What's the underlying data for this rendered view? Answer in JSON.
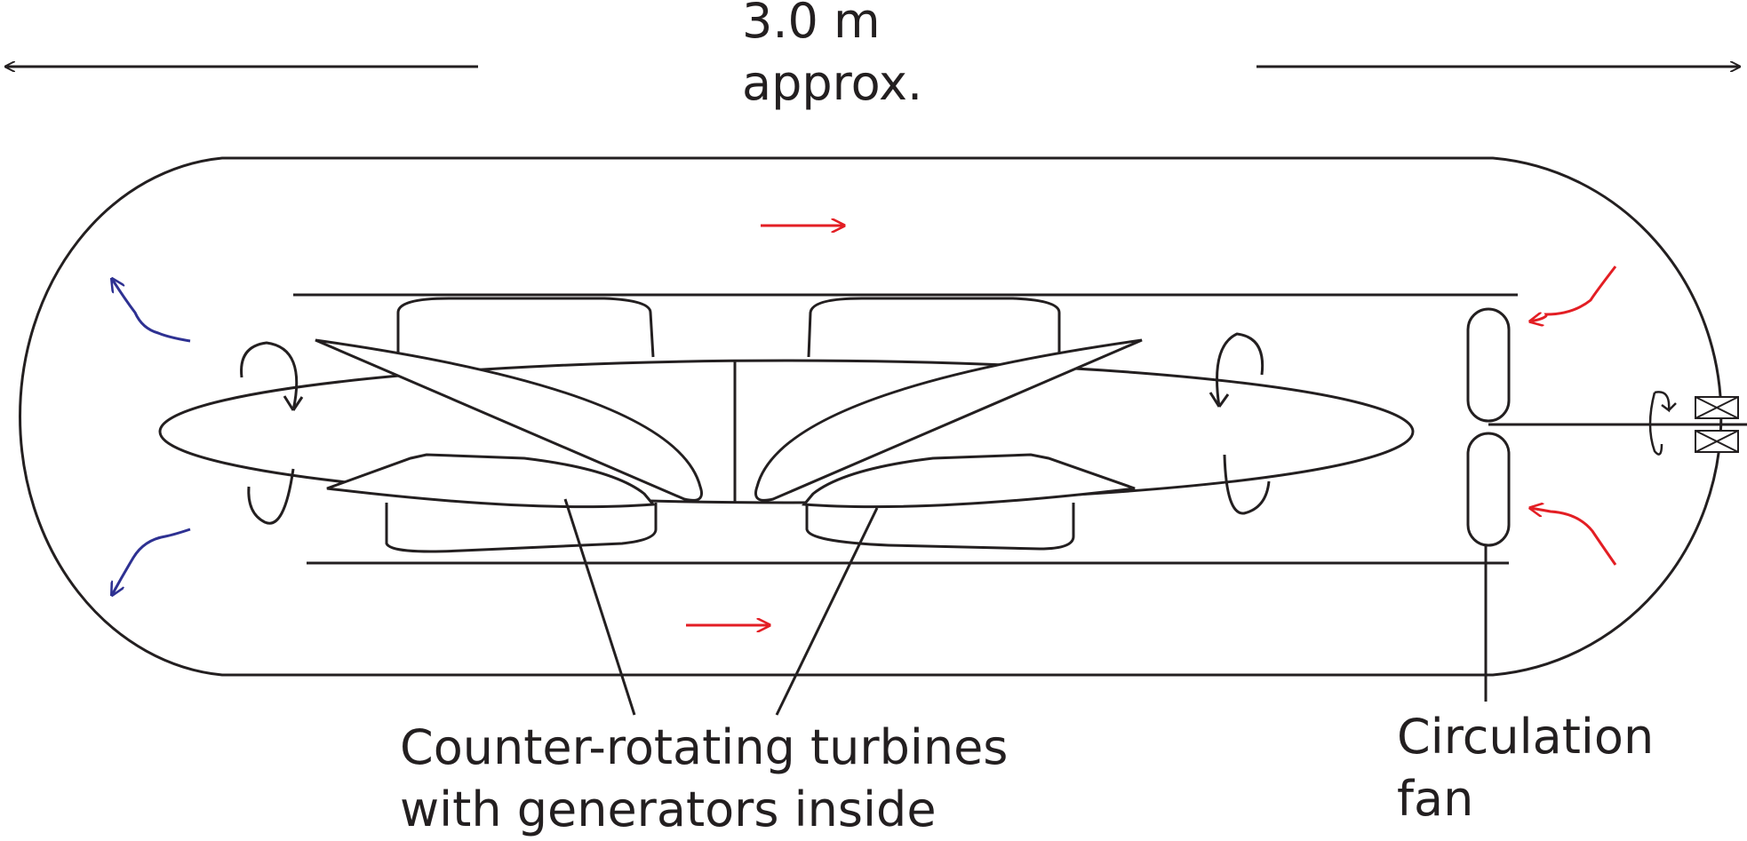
{
  "dimension": {
    "line1": "3.0 m",
    "line2": "approx."
  },
  "labels": {
    "turbines_line1": "Counter-rotating turbines",
    "turbines_line2": "with generators inside",
    "fan_line1": "Circulation",
    "fan_line2": "fan"
  },
  "colors": {
    "outline": "#231f20",
    "flow_hot": "#e31e24",
    "flow_cold": "#2e3192"
  }
}
